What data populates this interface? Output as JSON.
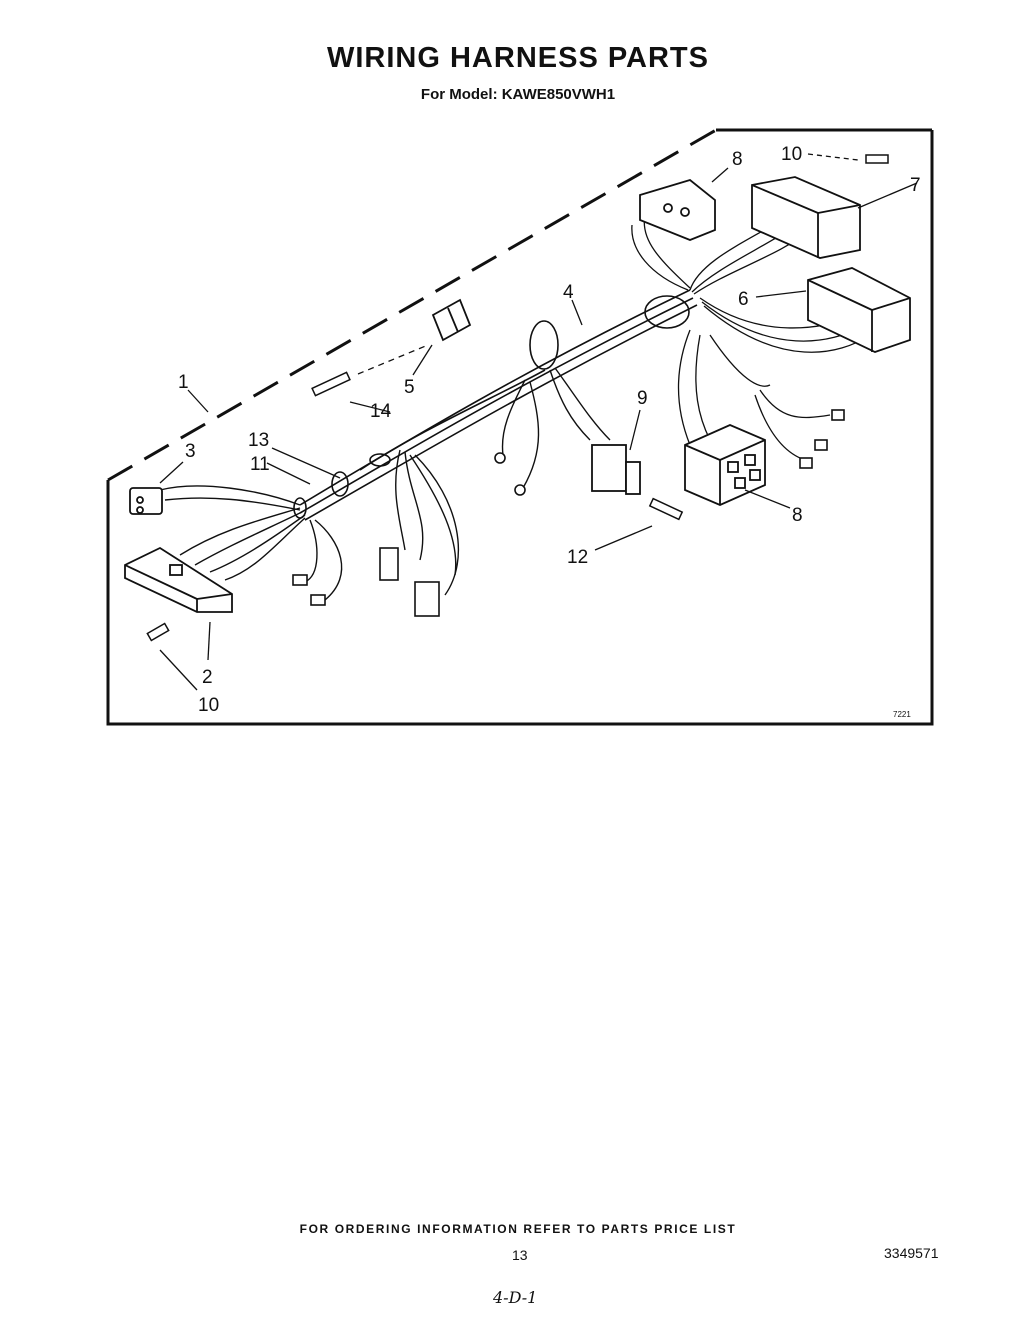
{
  "header": {
    "title": "WIRING HARNESS PARTS",
    "subtitle": "For Model: KAWE850VWH1"
  },
  "callouts": {
    "c1": "1",
    "c2": "2",
    "c3": "3",
    "c4": "4",
    "c5": "5",
    "c6": "6",
    "c7": "7",
    "c8a": "8",
    "c8b": "8",
    "c9": "9",
    "c10a": "10",
    "c10b": "10",
    "c11": "11",
    "c12": "12",
    "c13": "13",
    "c14": "14"
  },
  "figure_code": "7221",
  "footer": {
    "ordering_note": "FOR ORDERING INFORMATION REFER TO PARTS PRICE LIST",
    "page_number": "13",
    "document_number": "3349571",
    "handwritten_note": "4-D-1"
  }
}
